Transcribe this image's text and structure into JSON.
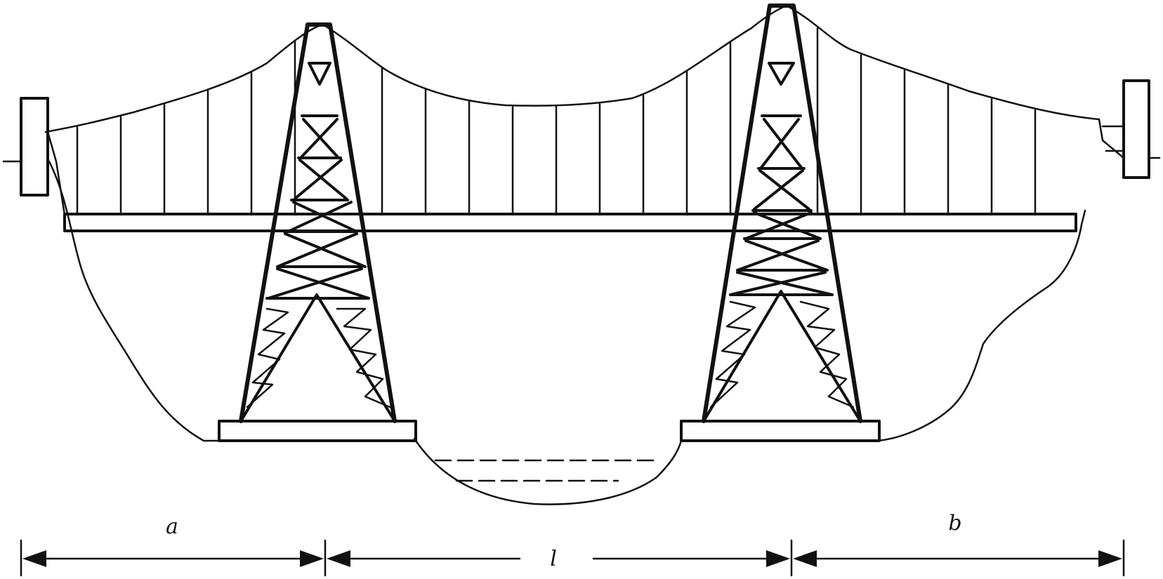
{
  "labels": {
    "a": "a",
    "l": "l",
    "b": "b"
  },
  "colors": {
    "ink": "#111111",
    "background": "#ffffff"
  }
}
